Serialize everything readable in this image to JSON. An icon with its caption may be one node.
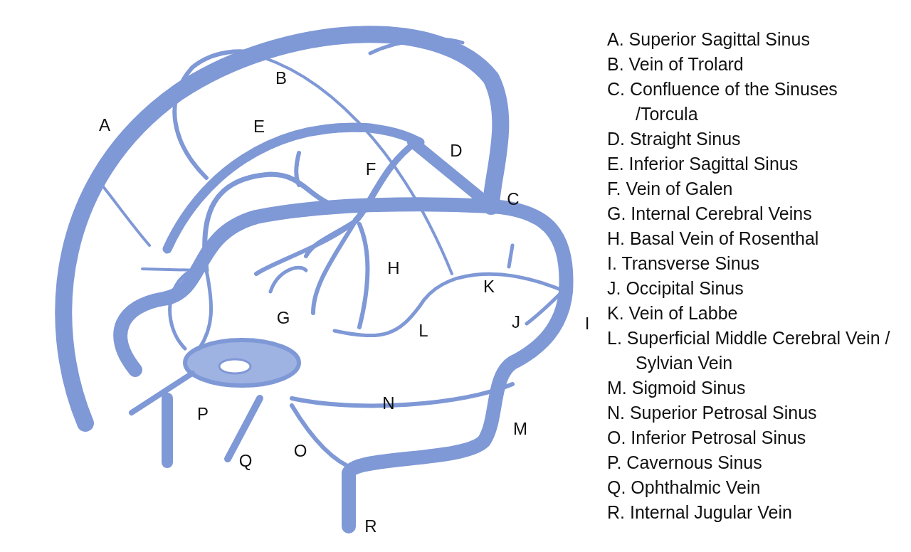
{
  "diagram": {
    "labels": [
      "B",
      "A",
      "E",
      "D",
      "F",
      "C",
      "H",
      "K",
      "G",
      "J",
      "I",
      "L",
      "N",
      "P",
      "M",
      "O",
      "Q",
      "R",
      "A. Superior Sagittal Sinus",
      "B. Vein of Trolard",
      "C. Confluence of the Sinuses /Torcula",
      "D. Straight Sinus",
      "E. Inferior Sagittal Sinus",
      "F. Vein of Galen",
      "G. Internal Cerebral Veins",
      "H. Basal Vein of Rosenthal",
      "I. Transverse Sinus",
      "J. Occipital Sinus",
      "K. Vein of Labbe",
      "L. Superficial Middle Cerebral Vein / Sylvian Vein",
      "M. Sigmoid Sinus",
      "N. Superior Petrosal Sinus",
      "O. Inferior Petrosal Sinus",
      "P. Cavernous Sinus",
      "Q. Ophthalmic Vein",
      "R. Internal Jugular Vein"
    ]
  }
}
